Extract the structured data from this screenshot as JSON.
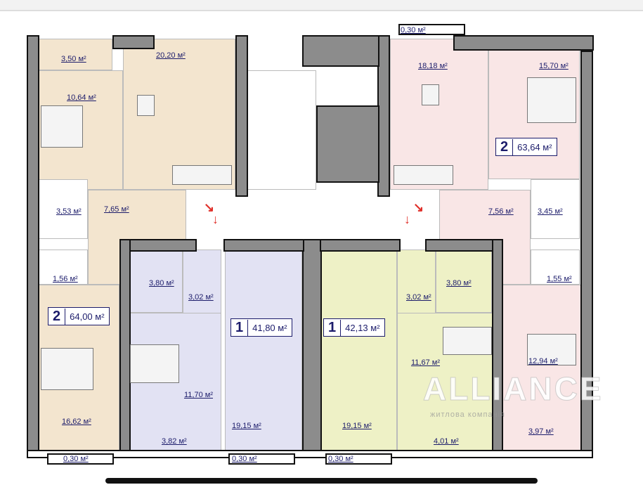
{
  "apartments": [
    {
      "rooms": "2",
      "area": "64,00 м²"
    },
    {
      "rooms": "2",
      "area": "63,64 м²"
    },
    {
      "rooms": "1",
      "area": "41,80 м²"
    },
    {
      "rooms": "1",
      "area": "42,13 м²"
    }
  ],
  "room_labels": {
    "tl_storage": "3,50 м²",
    "tl_kitchen": "20,20 м²",
    "tl_bed": "10,64 м²",
    "tl_bath": "3,53 м²",
    "tl_hall": "7,65 м²",
    "tl_wc": "1,56 м²",
    "tl_bed2": "16,62 м²",
    "tl_balc": "0,30 м²",
    "tr_balc": "0,30 м²",
    "tr_kitchen": "18,18 м²",
    "tr_bed": "15,70 м²",
    "tr_hall": "7,56 м²",
    "tr_bath": "3,45 м²",
    "tr_wc": "1,55 м²",
    "tr_bed2": "12,94 м²",
    "tr_loggia": "3,97 м²",
    "ml_bath": "3,80 м²",
    "ml_hall": "3,02 м²",
    "ml_bed": "11,70 м²",
    "ml_loggia": "3,82 м²",
    "ml_living": "19,15 м²",
    "ml_balc": "0,30 м²",
    "mr_hall": "3,02 м²",
    "mr_bath": "3,80 м²",
    "mr_bed": "11,67 м²",
    "mr_loggia": "4,01 м²",
    "mr_living": "19,15 м²",
    "mr_balc": "0,30 м²"
  },
  "watermark": {
    "title": "ALLIANCE",
    "subtitle": "житлова компанія"
  },
  "colors": {
    "beige": "#f3e5cf",
    "pink": "#f9e6e6",
    "lavender": "#e2e2f3",
    "lime": "#eef1c6",
    "label": "#1c1c6b",
    "arrow": "#e0302a"
  }
}
